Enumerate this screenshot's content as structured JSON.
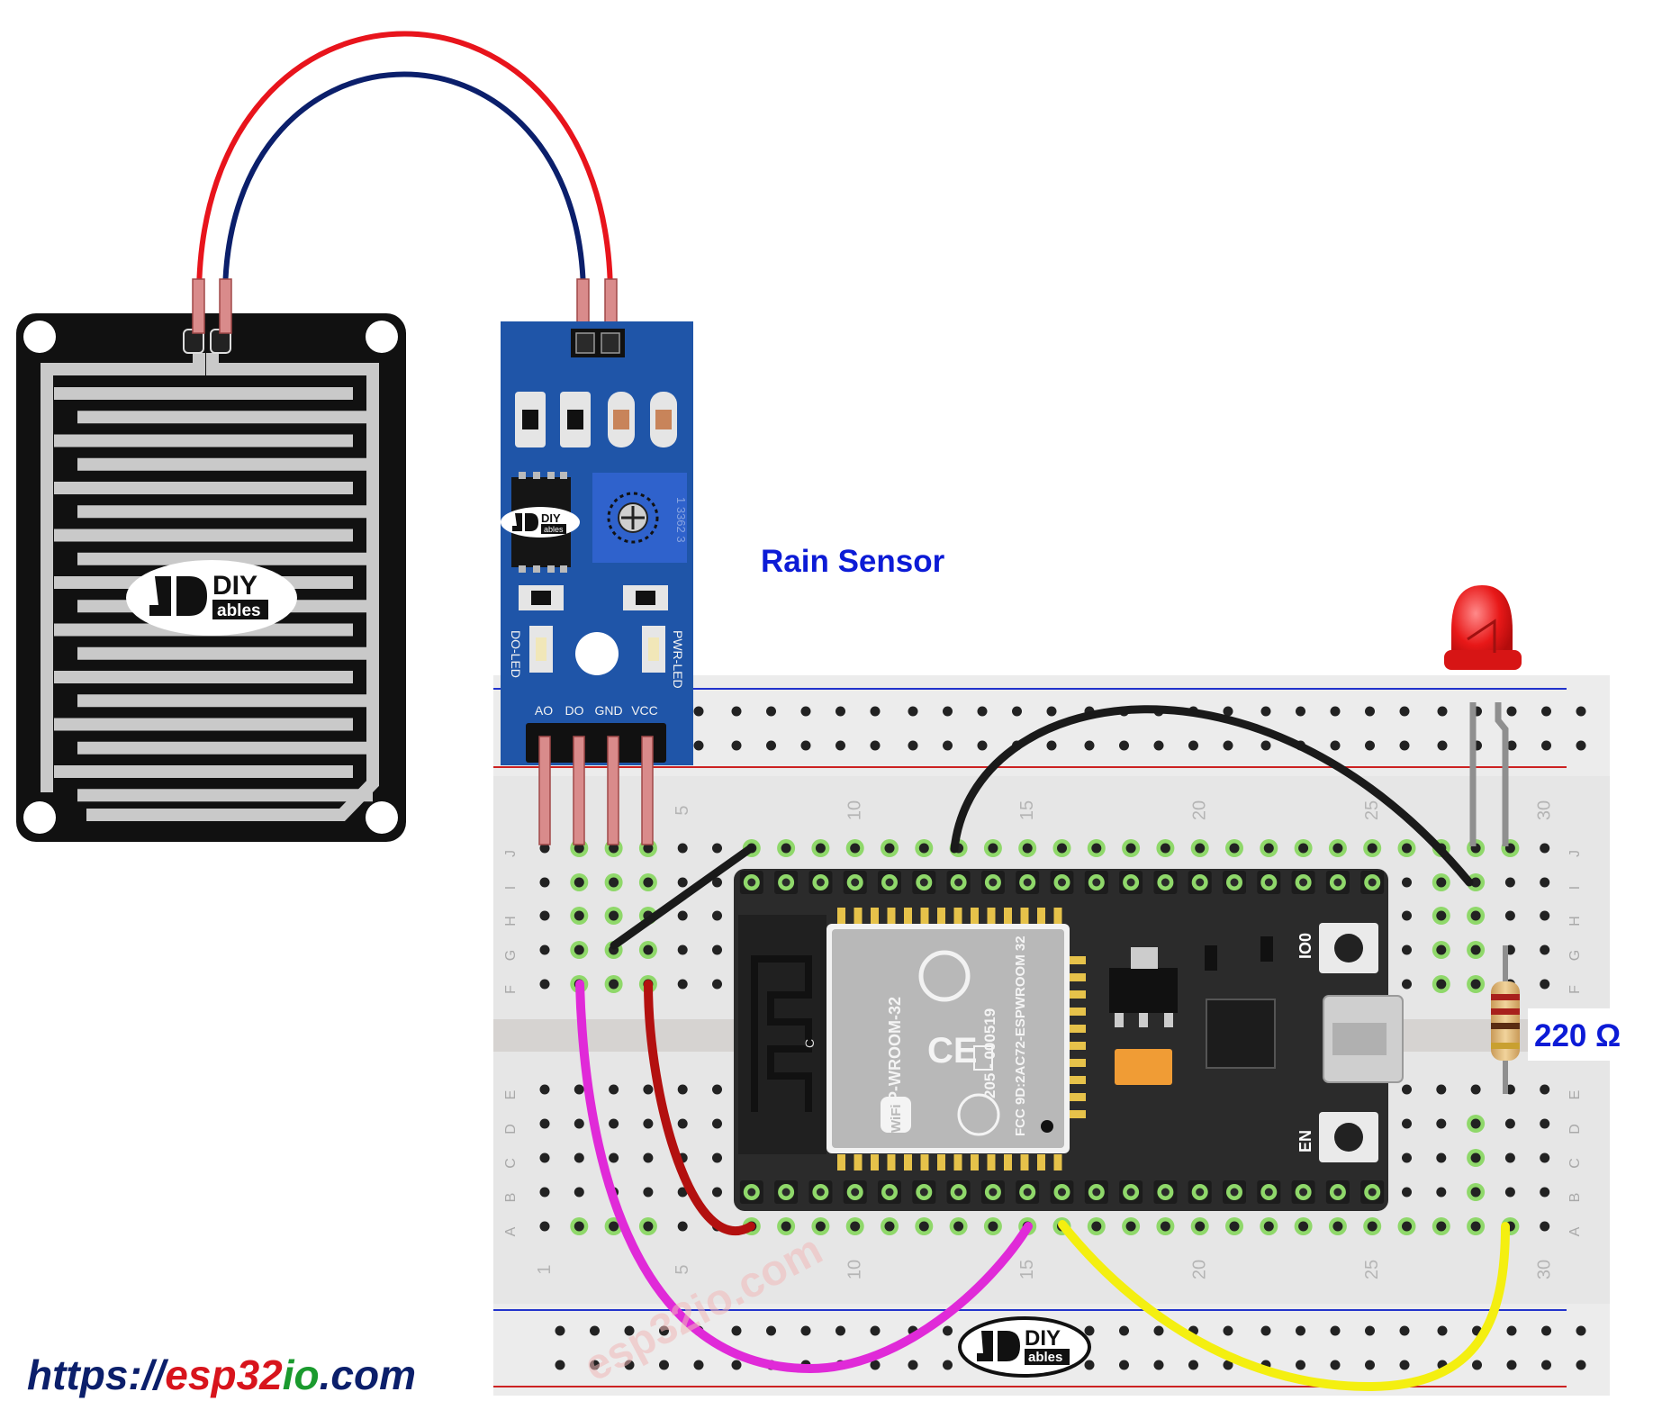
{
  "labels": {
    "rain_sensor": "Rain Sensor",
    "resistor_value": "220 Ω",
    "url_prefix": "https://",
    "url_esp": "esp",
    "url_32": "32",
    "url_io": "io",
    "url_com": ".com",
    "watermark": "esp32io.com"
  },
  "logo": {
    "diy": "DIY",
    "ables": "ables"
  },
  "module": {
    "pins": [
      "AO",
      "DO",
      "GND",
      "VCC"
    ],
    "do_led": "DO-LED",
    "pwr_led": "PWR-LED",
    "pot_code": "1 3362 3"
  },
  "esp32": {
    "module_name": "ESP-WROOM-32",
    "cert_code": "205 - 000519",
    "fcc_code": "FCC 9D:2AC72-ESPWROOM 32",
    "wifi": "WiFi",
    "btn_io0": "IO0",
    "btn_en": "EN",
    "antenna_mark": "C"
  },
  "breadboard": {
    "row_letters_top": [
      "J",
      "I",
      "H",
      "G",
      "F"
    ],
    "row_letters_bottom": [
      "E",
      "D",
      "C",
      "B",
      "A"
    ],
    "column_numbers": [
      "1",
      "5",
      "10",
      "15",
      "20",
      "25",
      "30"
    ]
  },
  "colors": {
    "wire_red": "#e8141c",
    "wire_navy": "#0b1f6b",
    "wire_black": "#1a1a1a",
    "wire_darkred": "#b3100f",
    "wire_magenta": "#e02ad8",
    "wire_yellow": "#f4ef10",
    "module_blue": "#1f55a8",
    "label_blue": "#0c1bd6",
    "url_navy": "#0b1f6b",
    "url_red": "#d8141c",
    "url_green": "#1a9a2e"
  }
}
